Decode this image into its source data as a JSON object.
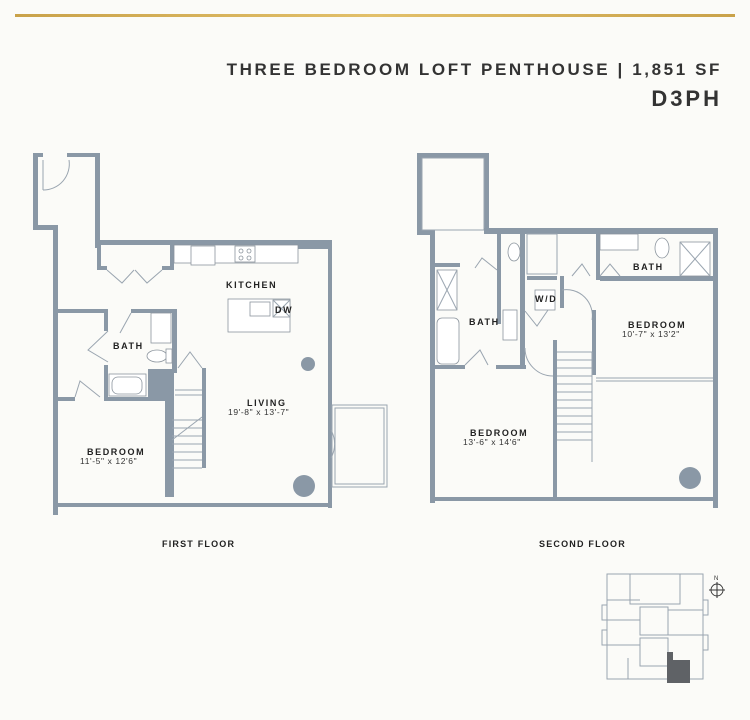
{
  "header": {
    "title": "THREE BEDROOM LOFT PENTHOUSE | 1,851 SF",
    "unit_code": "D3PH",
    "accent_color": "#c9a24a"
  },
  "first_floor": {
    "label": "FIRST FLOOR",
    "rooms": {
      "kitchen": {
        "name": "KITCHEN",
        "appliance": "DW"
      },
      "bath": {
        "name": "BATH"
      },
      "living": {
        "name": "LIVING",
        "dims": "19'-8\" x 13'-7\""
      },
      "bedroom": {
        "name": "BEDROOM",
        "dims": "11'-5\" x 12'6\""
      }
    }
  },
  "second_floor": {
    "label": "SECOND FLOOR",
    "rooms": {
      "bath_left": {
        "name": "BATH"
      },
      "wd": {
        "name": "W/D"
      },
      "bath_right": {
        "name": "BATH"
      },
      "bedroom_right": {
        "name": "BEDROOM",
        "dims": "10'-7\" x 13'2\""
      },
      "bedroom_left": {
        "name": "BEDROOM",
        "dims": "13'-6\" x 14'6\""
      }
    }
  },
  "key_plan": {
    "compass_label": "N",
    "highlight_color": "#5f6266",
    "wall_color": "#8a98a6"
  }
}
